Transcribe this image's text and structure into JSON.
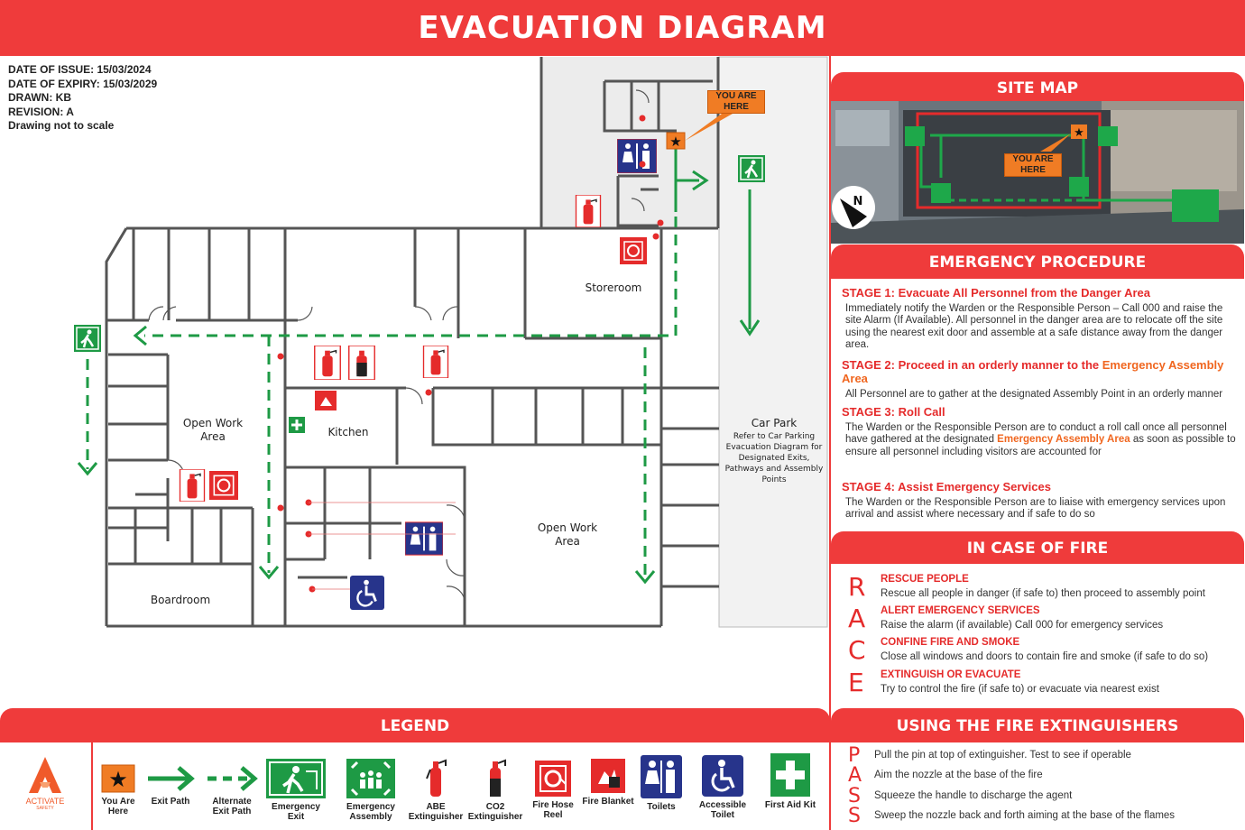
{
  "title": "EVACUATION DIAGRAM",
  "meta": {
    "issue": "DATE OF ISSUE: 15/03/2024",
    "expiry": "DATE OF EXPIRY: 15/03/2029",
    "drawn": "DRAWN: KB",
    "revision": "REVISION: A",
    "scale_note": "Drawing not to scale"
  },
  "plan": {
    "rooms": {
      "storeroom": "Storeroom",
      "open_work_left": "Open Work Area",
      "kitchen": "Kitchen",
      "open_work_right": "Open Work Area",
      "boardroom": "Boardroom"
    },
    "car_park": {
      "title": "Car Park",
      "desc": "Refer to Car Parking Evacuation Diagram for Designated Exits, Pathways and Assembly Points"
    },
    "you_are_here": "YOU ARE HERE"
  },
  "site_map": {
    "title": "SITE MAP",
    "you_are_here": "YOU ARE HERE",
    "north": "N"
  },
  "procedure": {
    "title": "EMERGENCY PROCEDURE",
    "stage1": {
      "label": "STAGE 1:",
      "heading": "Evacuate All Personnel from the Danger Area",
      "text": "Immediately notify the Warden or the Responsible Person – Call 000 and raise the site Alarm (If Available). All personnel in the danger area are to relocate off the site using the nearest exit door and assemble at a safe distance away from the danger area."
    },
    "stage2": {
      "label": "STAGE 2:",
      "heading": "Proceed in an orderly manner to the",
      "heading_highlight": "Emergency Assembly Area",
      "text": "All Personnel are to gather at the designated Assembly Point in an orderly manner"
    },
    "stage3": {
      "label": "STAGE 3:",
      "heading": "Roll Call",
      "text_a": "The Warden or the Responsible Person are to conduct a roll call once all personnel have gathered at the designated",
      "text_highlight": "Emergency Assembly Area",
      "text_b": "as soon as possible to ensure all personnel including visitors are accounted for"
    },
    "stage4": {
      "label": "STAGE 4:",
      "heading": "Assist Emergency Services",
      "text": "The Warden or the Responsible Person are to liaise with emergency services upon arrival and assist where necessary and if safe to do so"
    }
  },
  "fire": {
    "title": "IN CASE OF FIRE",
    "race": [
      {
        "letter": "R",
        "heading": "RESCUE PEOPLE",
        "text": "Rescue all people in danger (if safe to) then proceed to assembly point"
      },
      {
        "letter": "A",
        "heading": "ALERT EMERGENCY SERVICES",
        "text": "Raise the alarm (if available) Call 000 for emergency services"
      },
      {
        "letter": "C",
        "heading": "CONFINE FIRE AND SMOKE",
        "text": "Close all windows and doors to contain fire and smoke (if safe to do so)"
      },
      {
        "letter": "E",
        "heading": "EXTINGUISH OR EVACUATE",
        "text": "Try to control the fire (if safe to) or evacuate via nearest exist"
      }
    ]
  },
  "extinguishers": {
    "title": "USING THE FIRE EXTINGUISHERS",
    "pass": [
      {
        "letter": "P",
        "text": "Pull the pin at top of extinguisher. Test to see if operable"
      },
      {
        "letter": "A",
        "text": "Aim the nozzle at the base of the fire"
      },
      {
        "letter": "S",
        "text": "Squeeze the handle to discharge the agent"
      },
      {
        "letter": "S",
        "text": "Sweep the nozzle back and forth aiming at the base of the flames"
      }
    ]
  },
  "legend": {
    "title": "LEGEND",
    "logo": {
      "name": "ACTIVATE",
      "sub": "SAFETY"
    },
    "items": [
      {
        "label": "You Are Here",
        "icon": "star-icon"
      },
      {
        "label": "Exit Path",
        "icon": "arrow-icon"
      },
      {
        "label": "Alternate Exit Path",
        "icon": "dashed-arrow-icon"
      },
      {
        "label": "Emergency Exit",
        "icon": "exit-sign-icon"
      },
      {
        "label": "Emergency Assembly",
        "icon": "assembly-icon"
      },
      {
        "label": "ABE Extinguisher",
        "icon": "extinguisher-icon"
      },
      {
        "label": "CO2 Extinguisher",
        "icon": "co2-extinguisher-icon"
      },
      {
        "label": "Fire Hose Reel",
        "icon": "hose-reel-icon"
      },
      {
        "label": "Fire Blanket",
        "icon": "fire-blanket-icon"
      },
      {
        "label": "Toilets",
        "icon": "toilets-icon"
      },
      {
        "label": "Accessible Toilet",
        "icon": "accessible-icon"
      },
      {
        "label": "First Aid Kit",
        "icon": "first-aid-icon"
      }
    ]
  },
  "colors": {
    "red": "#ef3b3b",
    "green": "#1e9a45",
    "orange": "#f07c24",
    "blue": "#27348b"
  }
}
